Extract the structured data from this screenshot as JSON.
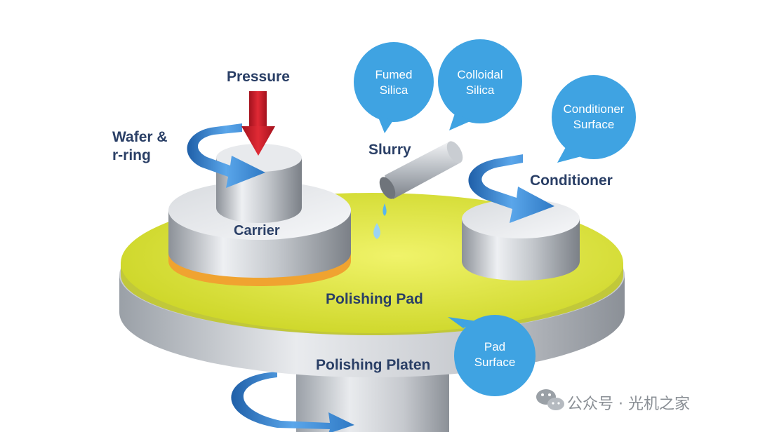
{
  "labels": {
    "pressure": "Pressure",
    "wafer_ring_line1": "Wafer &",
    "wafer_ring_line2": "r-ring",
    "carrier": "Carrier",
    "slurry": "Slurry",
    "conditioner": "Conditioner",
    "polishing_pad": "Polishing Pad",
    "polishing_platen": "Polishing Platen"
  },
  "bubbles": {
    "fumed_silica": [
      "Fumed",
      "Silica"
    ],
    "colloidal_silica": [
      "Colloidal",
      "Silica"
    ],
    "conditioner_surface": [
      "Conditioner",
      "Surface"
    ],
    "pad_surface": [
      "Pad",
      "Surface"
    ]
  },
  "watermark": {
    "icon": "wechat-icon",
    "text": "公众号 · 光机之家"
  },
  "colors": {
    "bubble": "#3fa3e2",
    "pad": "#dbe23a",
    "label": "#2a3f66",
    "arrow": "#2f79c4",
    "pressure_arrow": "#c81e2a",
    "retaining_ring": "#f0a330"
  }
}
